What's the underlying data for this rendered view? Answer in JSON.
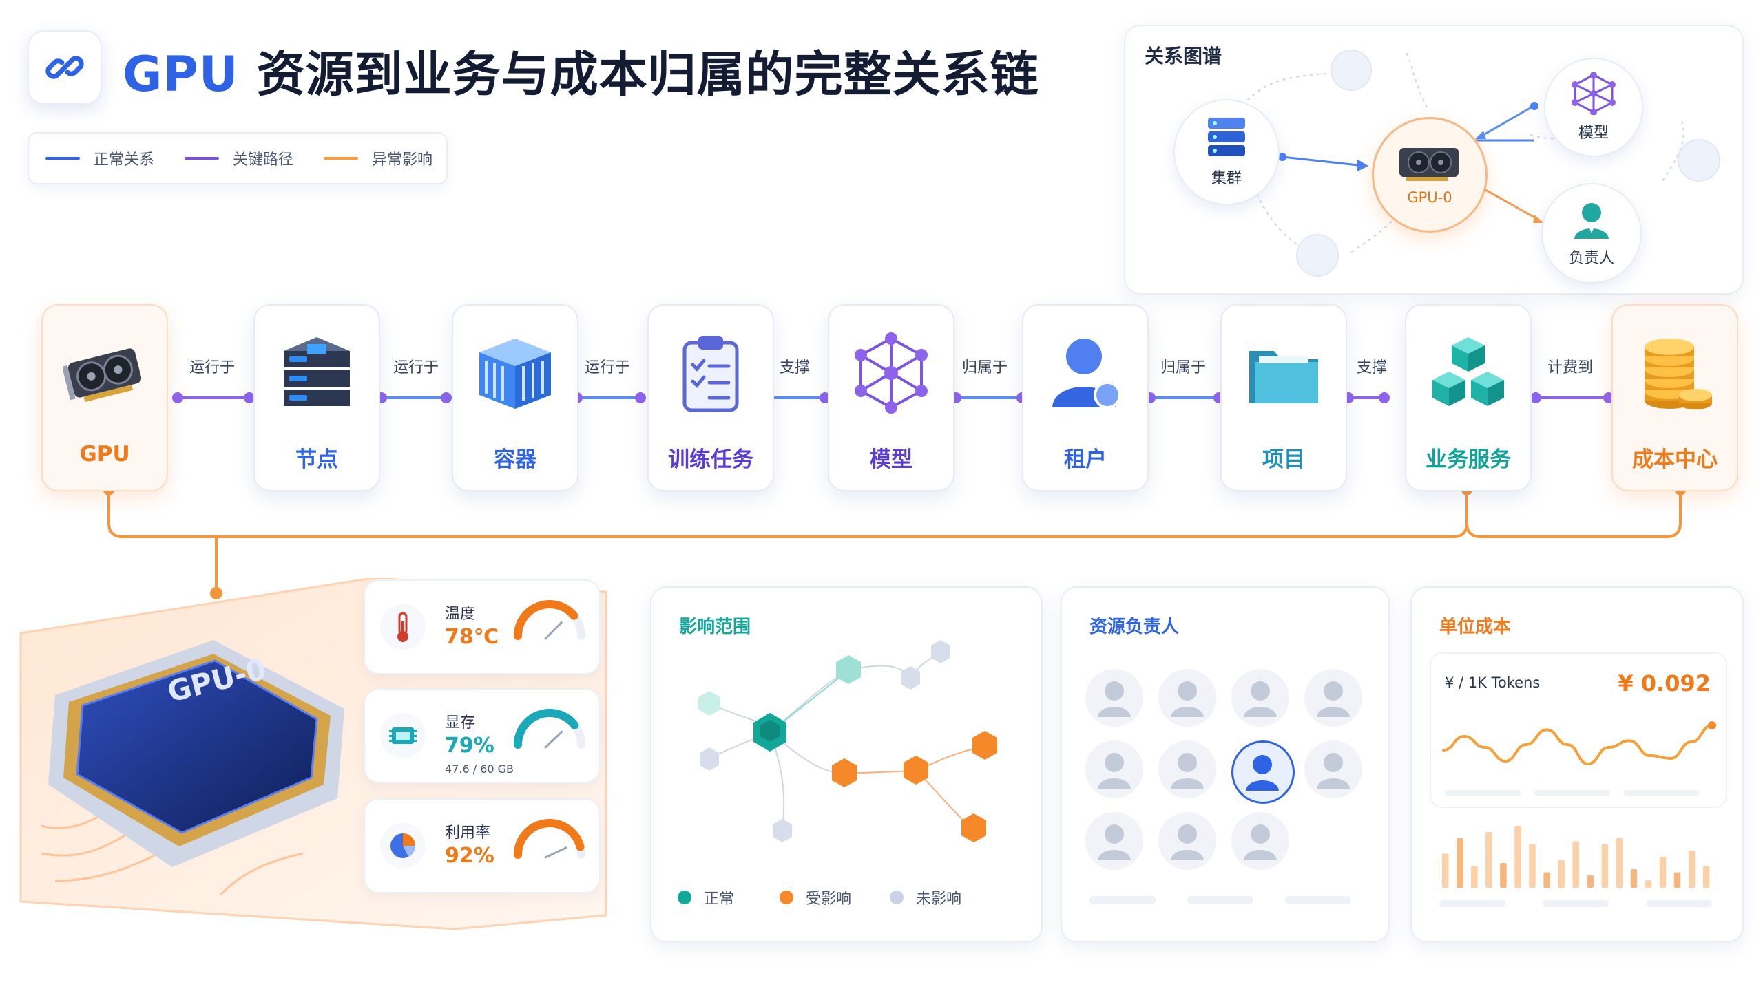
{
  "header": {
    "title_gpu": "GPU",
    "title_rest": "资源到业务与成本归属的完整关系链",
    "logo_icon": "chain-link-icon"
  },
  "legend": [
    {
      "label": "正常关系",
      "color": "#2e63e6"
    },
    {
      "label": "关键路径",
      "color": "#7b4fe0"
    },
    {
      "label": "异常影响",
      "color": "#ff9a3c"
    }
  ],
  "relation_graph": {
    "title": "关系图谱",
    "nodes": [
      {
        "label": "集群",
        "icon": "server-cluster-icon"
      },
      {
        "label": "GPU-0",
        "icon": "gpu-card-icon"
      },
      {
        "label": "模型",
        "icon": "model-network-icon"
      },
      {
        "label": "负责人",
        "icon": "person-icon"
      }
    ]
  },
  "chain": {
    "nodes": [
      {
        "label": "GPU",
        "icon": "gpu-card-icon",
        "color": "#f07a1a"
      },
      {
        "label": "节点",
        "icon": "server-stack-icon",
        "color": "#2e63e6"
      },
      {
        "label": "容器",
        "icon": "container-icon",
        "color": "#2e63e6"
      },
      {
        "label": "训练任务",
        "icon": "clipboard-task-icon",
        "color": "#5a3bd6"
      },
      {
        "label": "模型",
        "icon": "model-network-icon",
        "color": "#5a3bd6"
      },
      {
        "label": "租户",
        "icon": "tenant-user-icon",
        "color": "#2e63e6"
      },
      {
        "label": "项目",
        "icon": "folder-icon",
        "color": "#1f8fb8"
      },
      {
        "label": "业务服务",
        "icon": "cubes-icon",
        "color": "#11a39a"
      },
      {
        "label": "成本中心",
        "icon": "coin-stack-icon",
        "color": "#f07a1a"
      }
    ],
    "relations": [
      "运行于",
      "运行于",
      "运行于",
      "支撑",
      "归属于",
      "归属于",
      "支撑",
      "计费到"
    ]
  },
  "gpu_detail": {
    "chip_label": "GPU-0",
    "metrics": [
      {
        "label": "温度",
        "value": "78℃",
        "sub": "",
        "percent": 78,
        "color": "#f07a1a",
        "icon": "thermometer-icon"
      },
      {
        "label": "显存",
        "value": "79%",
        "sub": "47.6 / 60 GB",
        "percent": 79,
        "color": "#1ba8b8",
        "icon": "memory-chip-icon"
      },
      {
        "label": "利用率",
        "value": "92%",
        "sub": "",
        "percent": 92,
        "color": "#f07a1a",
        "icon": "pie-chart-icon"
      }
    ]
  },
  "impact_scope": {
    "title": "影响范围",
    "legend": [
      {
        "label": "正常",
        "color": "#13a79a"
      },
      {
        "label": "受影响",
        "color": "#f5892a"
      },
      {
        "label": "未影响",
        "color": "#c9d2e6"
      }
    ]
  },
  "owners": {
    "title": "资源负责人",
    "count": 11,
    "highlighted_index": 6
  },
  "unit_cost": {
    "title": "单位成本",
    "unit_label": "¥ / 1K Tokens",
    "value": "¥ 0.092",
    "trend": [
      0.45,
      0.7,
      0.5,
      0.25,
      0.55,
      0.82,
      0.55,
      0.2,
      0.5,
      0.62,
      0.35,
      0.3,
      0.6,
      0.9
    ],
    "bars": [
      0.55,
      0.8,
      0.35,
      0.9,
      0.4,
      1.0,
      0.7,
      0.25,
      0.45,
      0.75,
      0.2,
      0.7,
      0.8,
      0.3,
      0.12,
      0.5,
      0.25,
      0.6,
      0.35
    ]
  }
}
